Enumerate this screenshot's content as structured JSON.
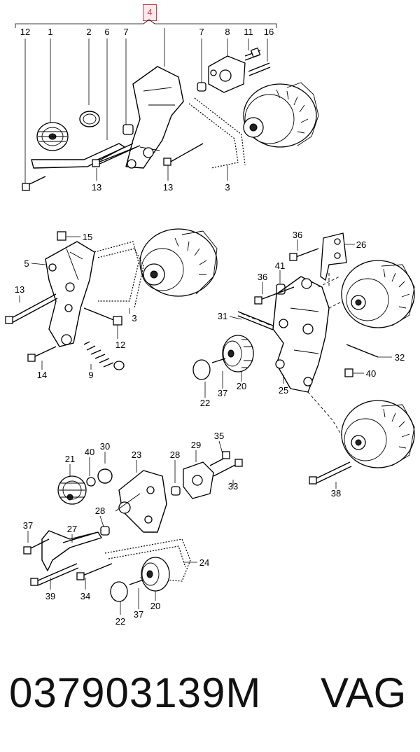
{
  "diagram": {
    "callout_highlight": "4",
    "accent_color": "#d04050",
    "group_top": {
      "labels": [
        "12",
        "1",
        "2",
        "6",
        "7",
        "7",
        "8",
        "11",
        "16",
        "13",
        "13",
        "3"
      ]
    },
    "group_left": {
      "labels": [
        "15",
        "5",
        "13",
        "3",
        "12",
        "14",
        "9"
      ]
    },
    "group_right": {
      "labels": [
        "36",
        "26",
        "41",
        "36",
        "31",
        "32",
        "40",
        "25",
        "20",
        "22",
        "37",
        "38"
      ]
    },
    "group_bottom": {
      "labels": [
        "40",
        "30",
        "21",
        "23",
        "28",
        "29",
        "35",
        "33",
        "28",
        "37",
        "27",
        "39",
        "34",
        "24",
        "22",
        "37",
        "20"
      ]
    }
  },
  "footer": {
    "part_number": "037903139M",
    "brand": "VAG"
  }
}
